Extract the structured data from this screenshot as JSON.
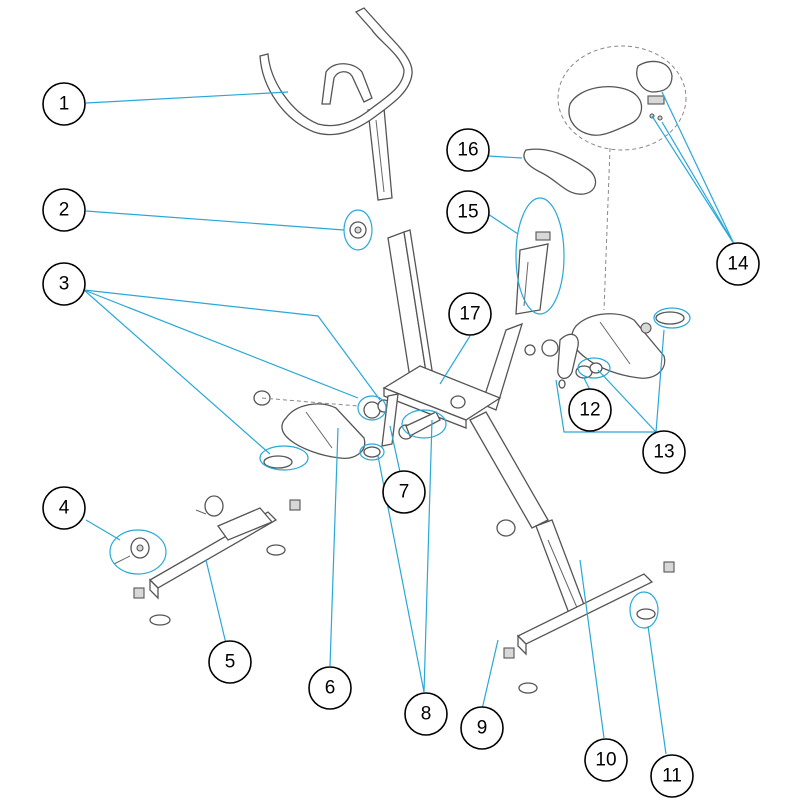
{
  "callouts": [
    {
      "label": "1"
    },
    {
      "label": "2"
    },
    {
      "label": "3"
    },
    {
      "label": "4"
    },
    {
      "label": "5"
    },
    {
      "label": "6"
    },
    {
      "label": "7"
    },
    {
      "label": "8"
    },
    {
      "label": "9"
    },
    {
      "label": "10"
    },
    {
      "label": "11"
    },
    {
      "label": "12"
    },
    {
      "label": "13"
    },
    {
      "label": "14"
    },
    {
      "label": "15"
    },
    {
      "label": "16"
    },
    {
      "label": "17"
    }
  ],
  "colors": {
    "leader": "#29a8d8",
    "outline": "#555555"
  }
}
